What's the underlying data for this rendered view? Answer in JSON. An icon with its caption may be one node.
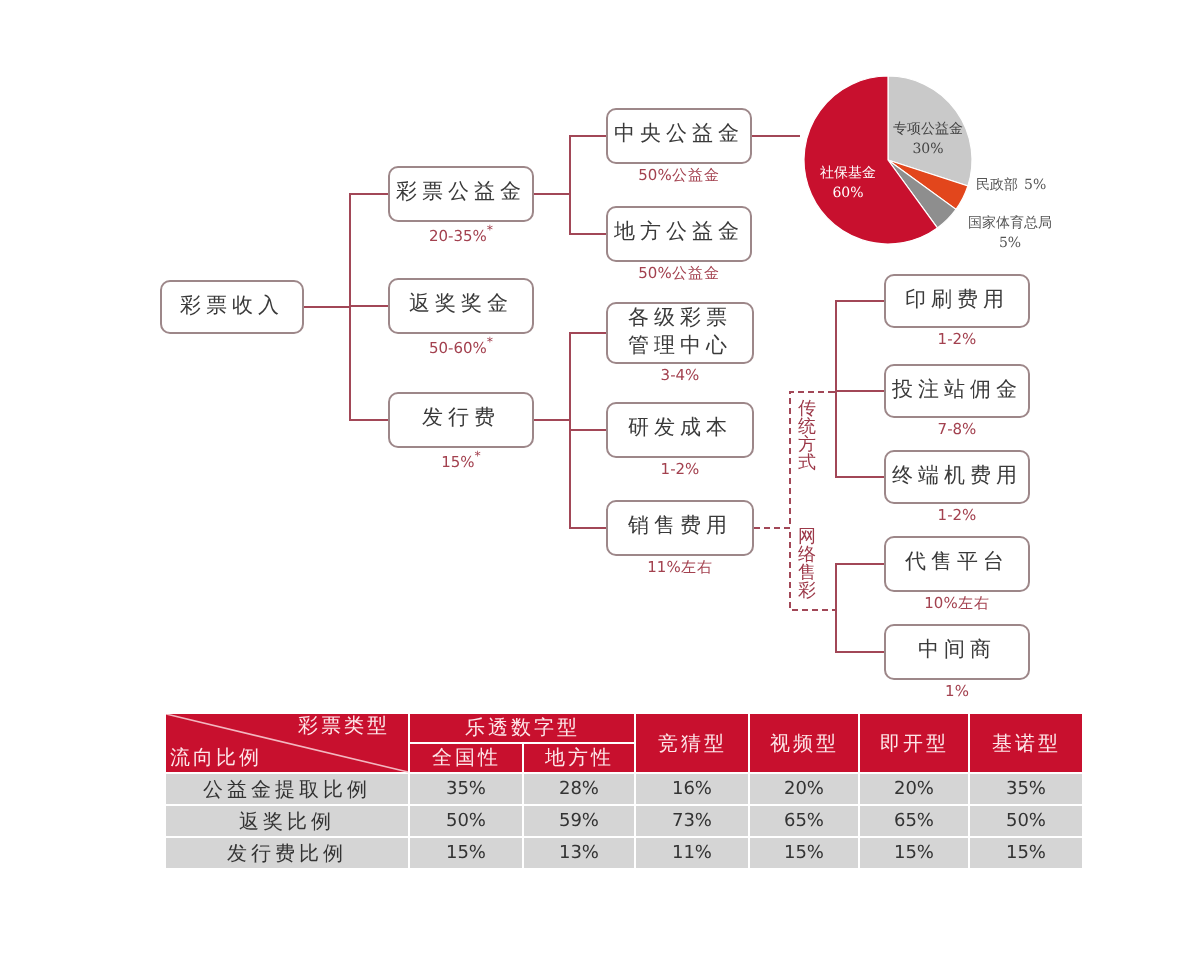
{
  "diagram": {
    "nodes": [
      {
        "text": [
          "彩票收入"
        ]
      },
      {
        "text": [
          "彩票公益金"
        ],
        "beside": [
          "20-35%$^{*}$"
        ]
      },
      {
        "text": [
          "返奖奖金"
        ],
        "beside": [
          "50-60%$^{*}$"
        ]
      },
      {
        "text": [
          "发行费"
        ],
        "beside": [
          "15%$^{*}$"
        ]
      },
      {
        "text": [
          "中央公益金"
        ],
        "beside": [
          "50%公益金"
        ]
      },
      {
        "text": [
          "地方公益金"
        ],
        "beside": [
          "50%公益金"
        ]
      },
      {
        "text": [
          "各级彩票管理中心"
        ],
        "beside": [
          "3-4%"
        ]
      },
      {
        "text": [
          "研发成本"
        ],
        "beside": [
          "1-2%"
        ]
      },
      {
        "text": [
          "销售费用"
        ],
        "beside": [
          "11%左右"
        ]
      },
      {
        "text": [
          "印刷费用"
        ],
        "beside": [
          "1-2%"
        ]
      },
      {
        "text": [
          "投注站佣金"
        ],
        "beside": [
          "7-8%"
        ]
      },
      {
        "text": [
          "终端机费用"
        ],
        "beside": [
          "1-2%"
        ]
      },
      {
        "text": [
          "代售平台"
        ],
        "beside": [
          "10%左右"
        ]
      },
      {
        "text": [
          "中间商"
        ],
        "beside": [
          "1%"
        ]
      },
      {
        "text": [],
        "shape": "circle"
      }
    ],
    "edges": [
      {
        "from": 0,
        "to": 1,
        "arrow": "none"
      },
      {
        "from": 0,
        "to": 2,
        "arrow": "none"
      },
      {
        "from": 0,
        "to": 3,
        "arrow": "none"
      },
      {
        "from": 1,
        "to": 4,
        "arrow": "none"
      },
      {
        "from": 1,
        "to": 5,
        "arrow": "none"
      },
      {
        "from": 4,
        "to": 14,
        "arrow": "none"
      },
      {
        "from": 3,
        "to": 6,
        "arrow": "none"
      },
      {
        "from": 3,
        "to": 7,
        "arrow": "none"
      },
      {
        "from": 3,
        "to": 8,
        "arrow": "none"
      },
      {
        "from": 8,
        "to": 9,
        "arrow": "none",
        "style": "dashed"
      },
      {
        "from": 8,
        "to": 10,
        "arrow": "none",
        "style": "dashed"
      },
      {
        "from": 8,
        "to": 11,
        "arrow": "none",
        "style": "dashed"
      },
      {
        "from": 8,
        "to": 12,
        "arrow": "none",
        "style": "dashed"
      },
      {
        "from": 8,
        "to": 13,
        "arrow": "none",
        "style": "dashed"
      }
    ],
    "labels": [
      "传统方式",
      "网络售彩",
      "彩票类型",
      "流向比例",
      "乐透数字型",
      "竞猜型",
      "视频型",
      "即开型",
      "基诺型",
      "全国性",
      "地方性",
      "公益金提取比例",
      "35%",
      "28%",
      "16%",
      "20%",
      "20%",
      "35%",
      "返奖比例",
      "50%",
      "59%",
      "73%",
      "65%",
      "65%",
      "50%",
      "发行费比例",
      "15%",
      "13%",
      "11%",
      "15%",
      "15%",
      "15%"
    ],
    "chart_data": {
      "type": "pie",
      "categories": [
        "专项公益金",
        "民政部",
        "国家体育总局",
        "社保基金"
      ],
      "values": [
        30,
        5,
        5,
        60
      ],
      "value_labels": [
        "30%",
        "5%",
        "5%",
        "60%"
      ]
    }
  }
}
